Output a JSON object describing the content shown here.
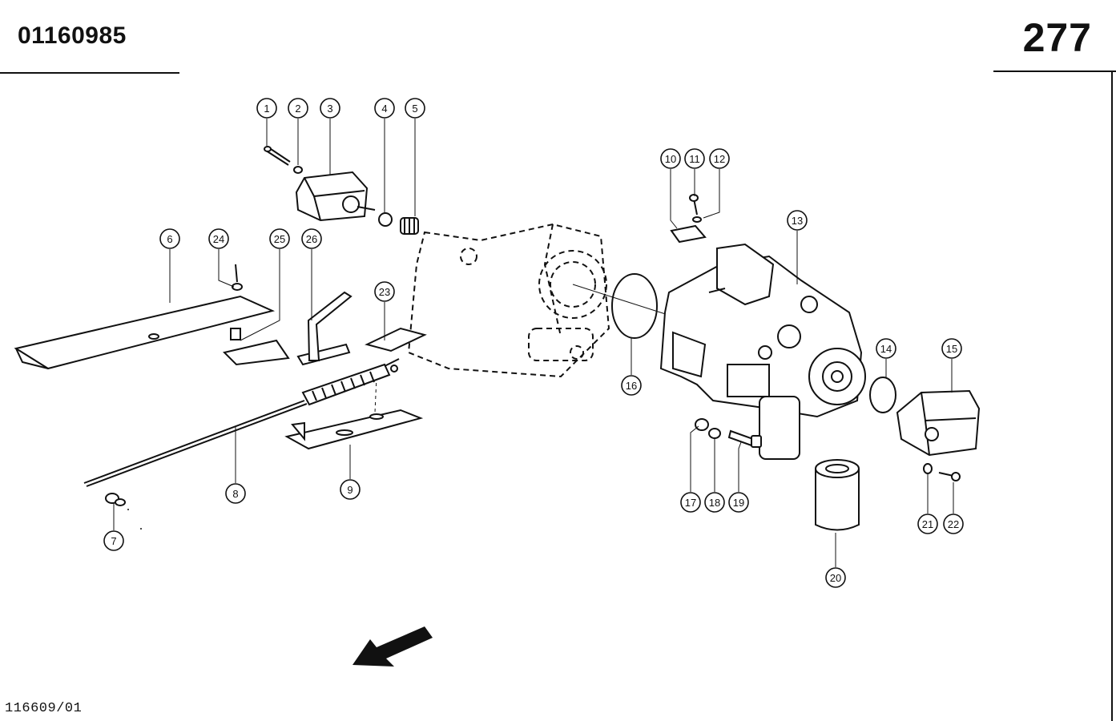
{
  "header": {
    "document_number": "01160985",
    "page_number": "277"
  },
  "footer": {
    "drawing_ref": "116609/01"
  },
  "callouts": [
    "1",
    "2",
    "3",
    "4",
    "5",
    "6",
    "7",
    "8",
    "9",
    "10",
    "11",
    "12",
    "13",
    "14",
    "15",
    "16",
    "17",
    "18",
    "19",
    "20",
    "21",
    "22",
    "23",
    "24",
    "25",
    "26"
  ],
  "colors": {
    "ink": "#111111",
    "background": "#ffffff"
  }
}
